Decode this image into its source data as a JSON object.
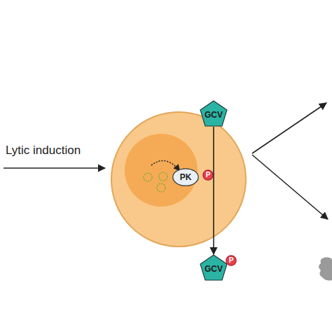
{
  "diagram": {
    "nodes": [
      {
        "text": [
          "GCV"
        ]
      },
      {
        "text": [
          "PK"
        ]
      },
      {
        "text": [
          "P"
        ]
      },
      {
        "text": [
          "GCV"
        ]
      },
      {
        "text": [
          "P"
        ]
      }
    ],
    "edges": [
      {
        "from": 0,
        "to": 3,
        "arrow": "to"
      }
    ],
    "labels": [
      "Lytic induction"
    ]
  }
}
